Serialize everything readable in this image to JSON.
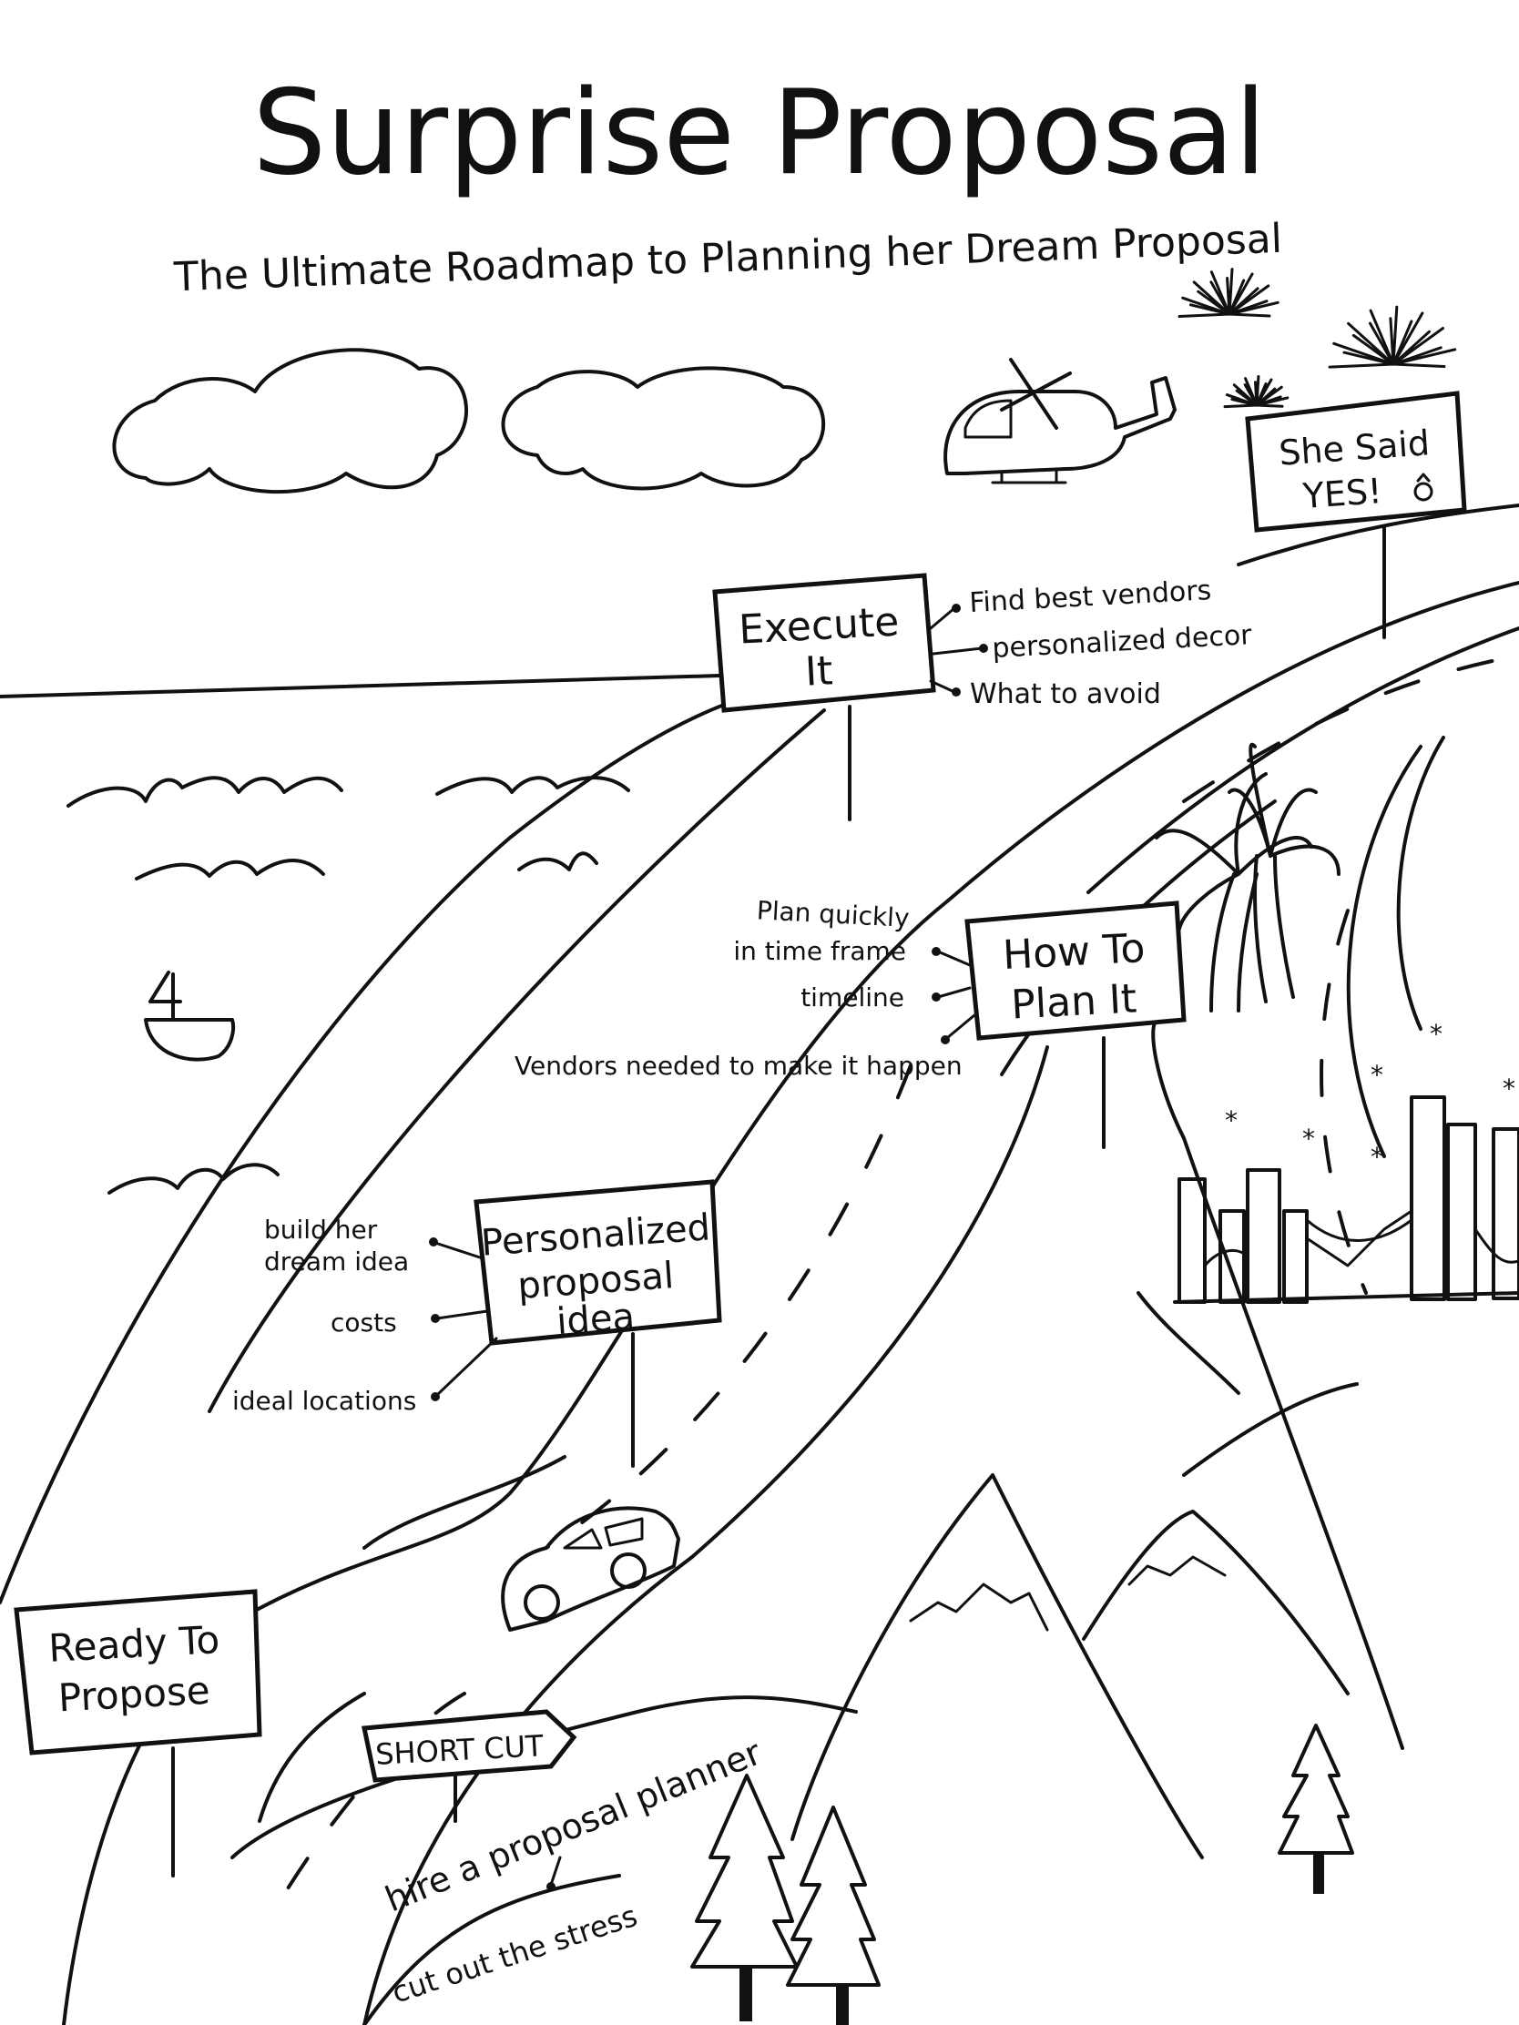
{
  "title": "Surprise Proposal",
  "subtitle": "The Ultimate Roadmap to Planning her Dream Proposal",
  "signs": {
    "she_said_yes": {
      "line1": "She Said",
      "line2": "YES!"
    },
    "execute_it": {
      "line1": "Execute",
      "line2": "It",
      "notes": [
        "Find best vendors",
        "personalized decor",
        "What to avoid"
      ]
    },
    "how_to_plan_it": {
      "line1": "How To",
      "line2": "Plan It",
      "notes": [
        "Plan quickly",
        "in time frame",
        "timeline",
        "Vendors needed to make it happen"
      ]
    },
    "personalized_idea": {
      "line1": "Personalized",
      "line2": "proposal",
      "line3": "idea",
      "notes": [
        "build her",
        "dream idea",
        "costs",
        "ideal locations"
      ]
    },
    "ready_to_propose": {
      "line1": "Ready To",
      "line2": "Propose"
    },
    "short_cut": {
      "label": "SHORT CUT",
      "road_text_1": "hire a proposal planner",
      "road_text_2": "cut out the stress"
    }
  },
  "icons": [
    "cloud-icon",
    "helicopter-icon",
    "firework-icon",
    "palm-tree-icon",
    "city-skyline-icon",
    "mountain-icon",
    "pine-tree-icon",
    "car-icon",
    "sailboat-icon",
    "wave-icon",
    "ring-icon",
    "star-icon"
  ],
  "colors": {
    "ink": "#111111",
    "paper": "#ffffff"
  }
}
